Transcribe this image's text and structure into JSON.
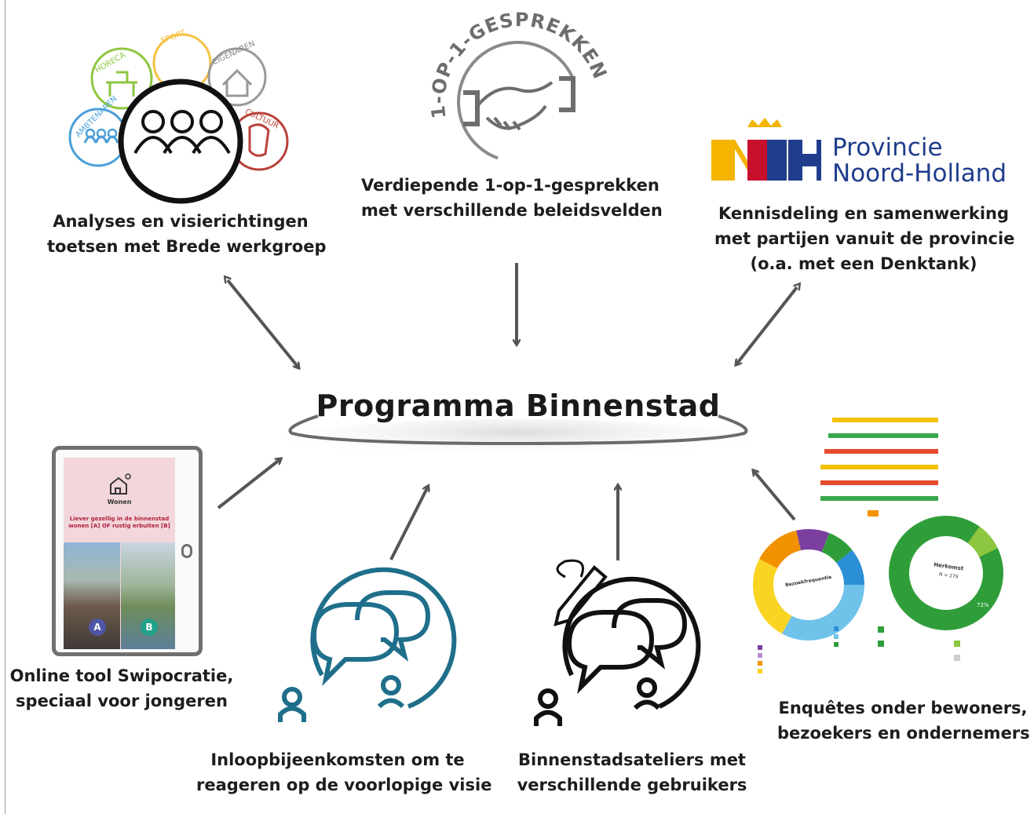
{
  "center": {
    "title": "Programma Binnenstad"
  },
  "nodes": {
    "werkgroep": {
      "caption": [
        "Analyses en visierichtingen",
        "toetsen met Brede werkgroep"
      ],
      "badges": [
        "HORECA",
        "SPORT",
        "EIGENAREN",
        "AMBTENAREN",
        "CULTUUR"
      ]
    },
    "gesprekken": {
      "logo_text": "1-OP-1-GESPREKKEN",
      "caption": [
        "Verdiepende 1-op-1-gesprekken",
        "met verschillende beleidsvelden"
      ]
    },
    "provincie": {
      "logo_lines": [
        "Provincie",
        "Noord-Holland"
      ],
      "caption": [
        "Kennisdeling en samenwerking",
        "met partijen vanuit de provincie",
        "(o.a. met een Denktank)"
      ]
    },
    "swipocratie": {
      "screen_category": "Wonen",
      "screen_question": "Liever gezellig in de binnenstad wonen [A] OF rustig erbuiten [B]",
      "choice_a": "A",
      "choice_b": "B",
      "caption": [
        "Online tool Swipocratie,",
        "speciaal voor jongeren"
      ]
    },
    "inloop": {
      "caption": [
        "Inloopbijeenkomsten om te",
        "reageren op de voorlopige visie"
      ]
    },
    "ateliers": {
      "caption": [
        "Binnenstadsateliers met",
        "verschillende gebruikers"
      ]
    },
    "enquetes": {
      "donut_left_label": "Bezoekfrequentie",
      "donut_right_label": [
        "Herkomst",
        "N = 279"
      ],
      "donut_right_pct": "72%",
      "caption": [
        "Enquêtes onder bewoners,",
        "bezoekers en ondernemers"
      ]
    }
  },
  "colors": {
    "arrow": "#555555",
    "provincie_blue": "#1f3d8c",
    "provincie_yellow": "#f4b400",
    "chat_teal": "#1f6f8b",
    "donut_green": "#2f9e3a"
  }
}
